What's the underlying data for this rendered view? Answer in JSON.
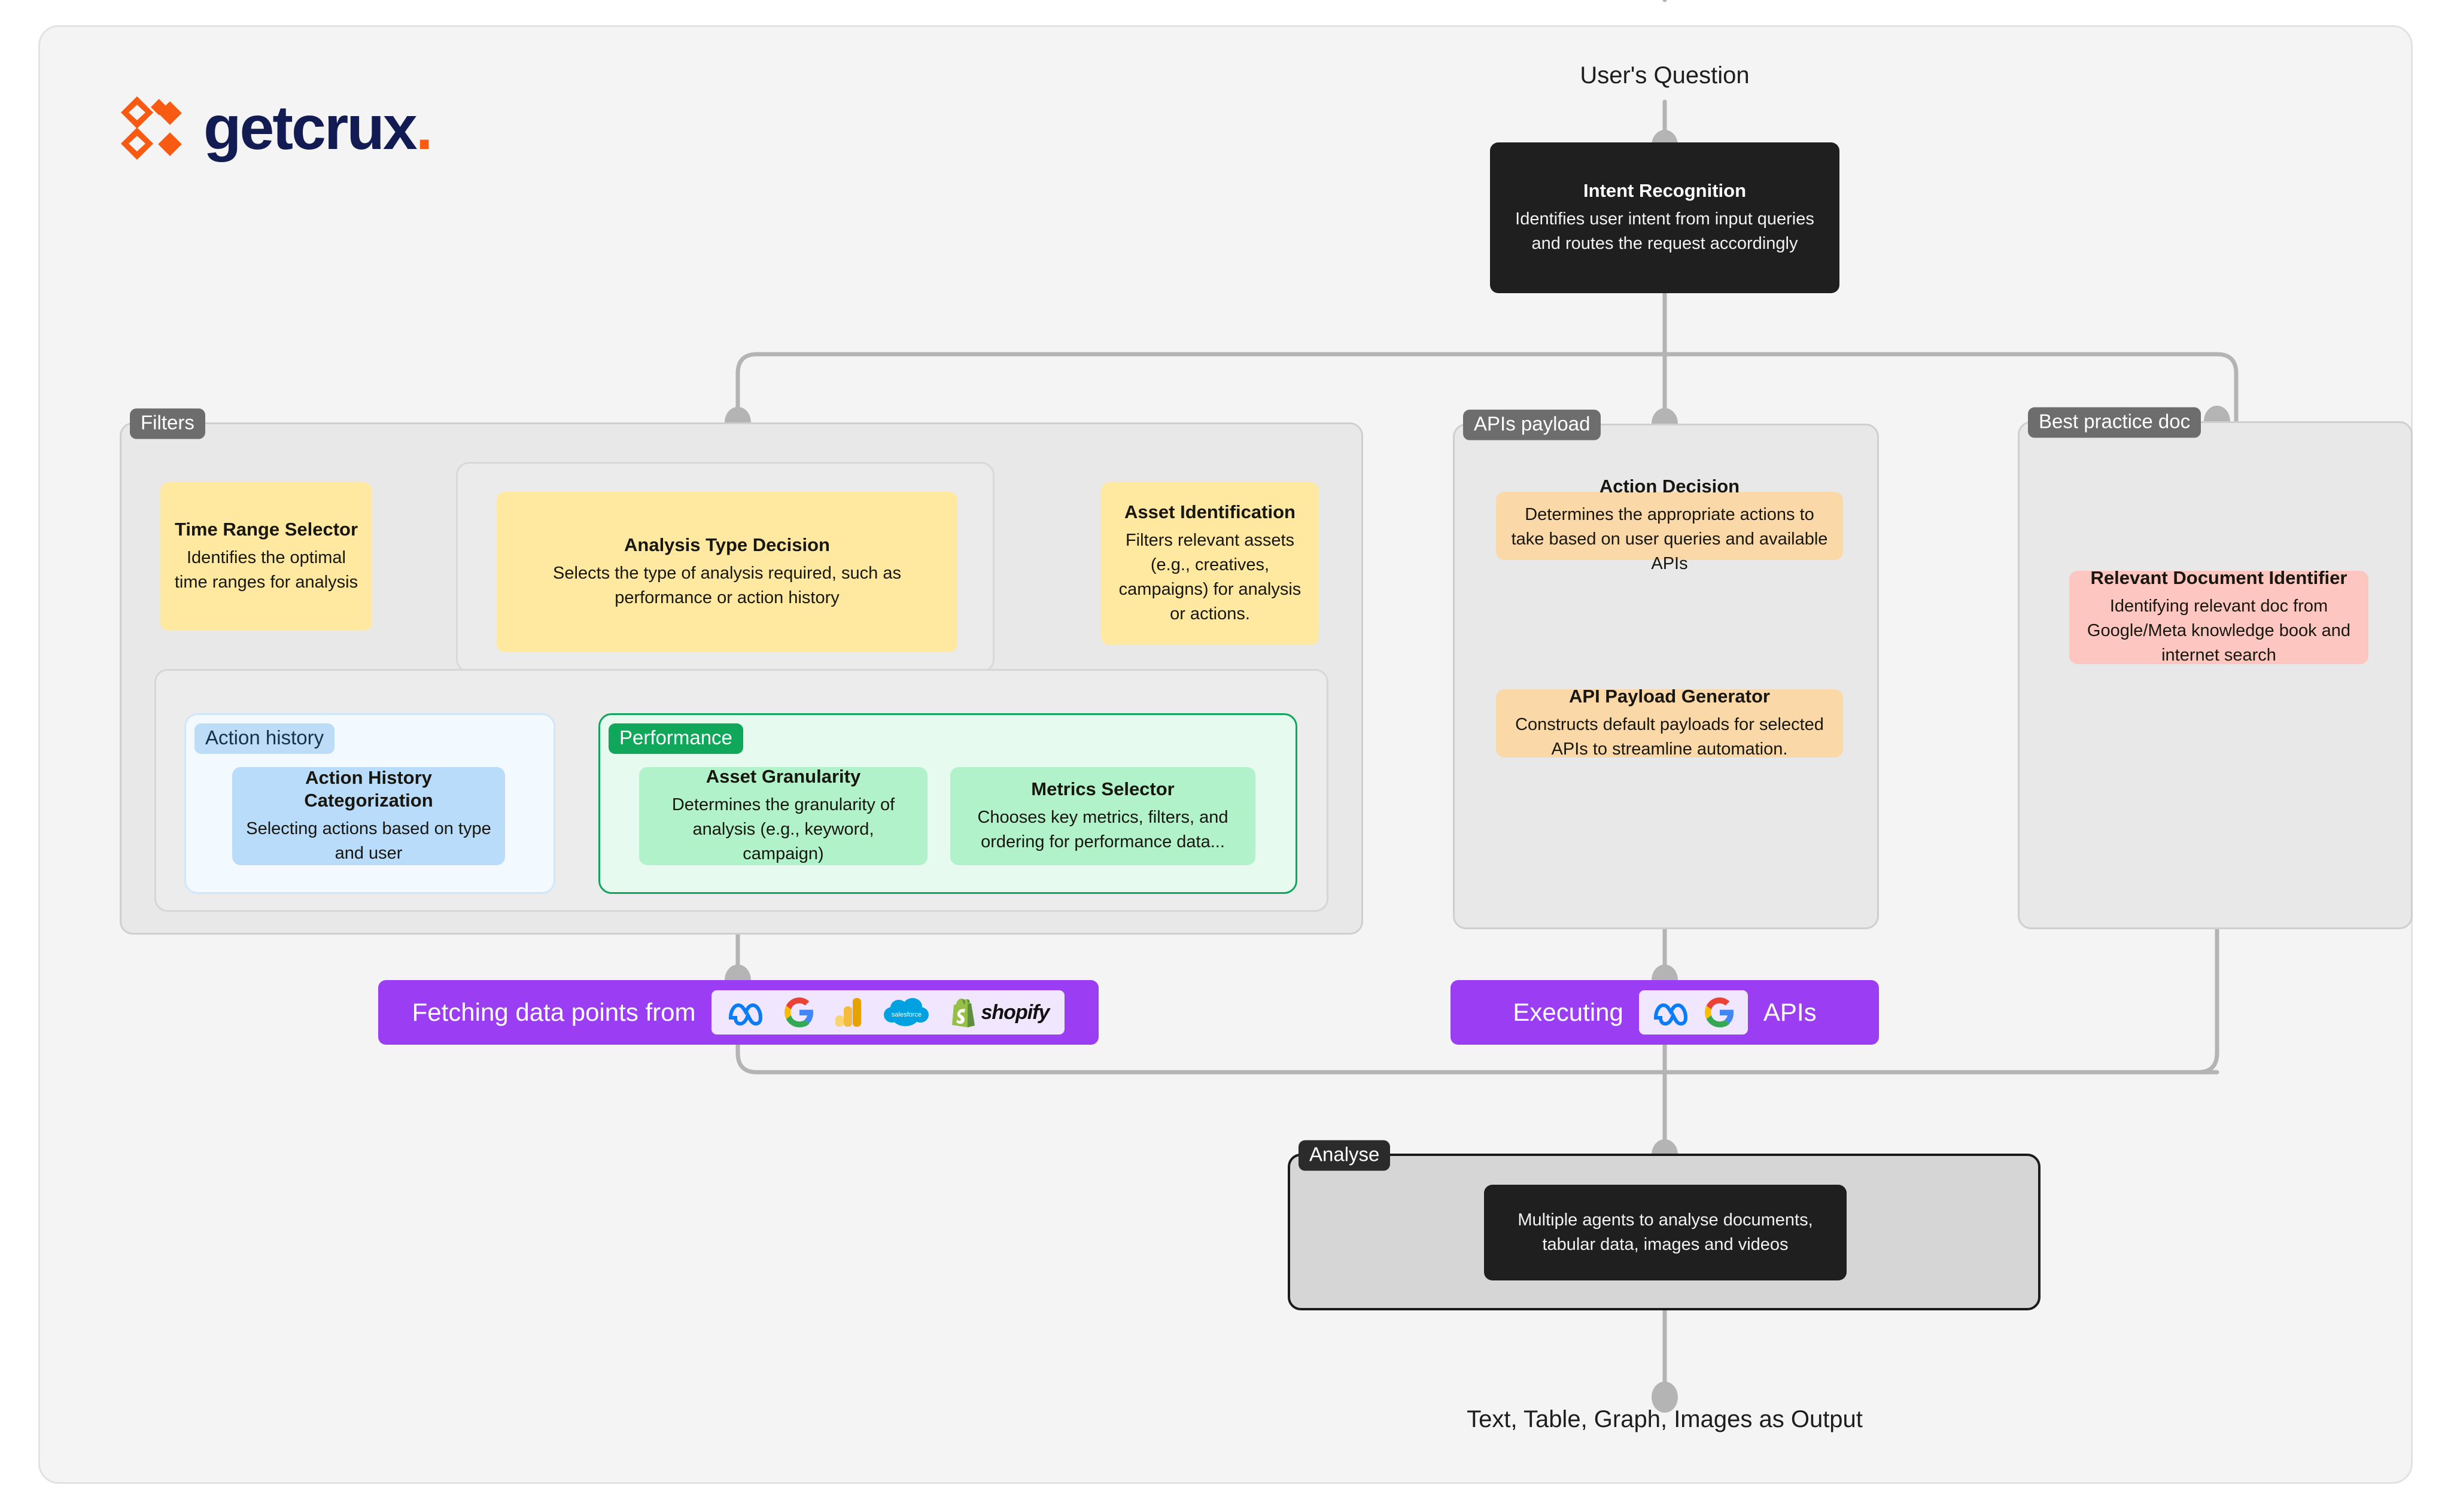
{
  "brand": {
    "name": "getcrux",
    "dot": ".",
    "logo_icon": "getcrux-diamond-logo",
    "wordmark_color": "#121c52",
    "accent_color": "#f95a12"
  },
  "flow": {
    "input_label": "User's Question",
    "output_label": "Text, Table, Graph, Images as Output"
  },
  "intent": {
    "title": "Intent Recognition",
    "desc": "Identifies user intent from input queries and routes the request accordingly"
  },
  "groups": {
    "filters": {
      "label": "Filters",
      "cards": {
        "time_range": {
          "title": "Time Range Selector",
          "desc": "Identifies the optimal time ranges for analysis"
        },
        "analysis_type": {
          "title": "Analysis Type Decision",
          "desc": "Selects the type of analysis required, such as performance or action history"
        },
        "asset_identification": {
          "title": "Asset Identification",
          "desc": "Filters relevant assets (e.g., creatives, campaigns) for analysis or actions."
        }
      },
      "action_history": {
        "label": "Action history",
        "card": {
          "title": "Action History Categorization",
          "desc": "Selecting actions based on type and user"
        }
      },
      "performance": {
        "label": "Performance",
        "cards": [
          {
            "title": "Asset Granularity",
            "desc": "Determines the granularity of analysis (e.g., keyword, campaign)"
          },
          {
            "title": "Metrics Selector",
            "desc": "Chooses key metrics, filters, and ordering for performance data..."
          }
        ]
      }
    },
    "apis_payload": {
      "label": "APIs payload",
      "cards": [
        {
          "title": "Action Decision",
          "desc": "Determines the appropriate actions to take based on user queries and available APIs"
        },
        {
          "title": "API Payload Generator",
          "desc": "Constructs default payloads for selected APIs to streamline automation."
        }
      ]
    },
    "best_practice_doc": {
      "label": "Best practice doc",
      "card": {
        "title": "Relevant Document Identifier",
        "desc": "Identifying relevant doc from Google/Meta knowledge book and internet search"
      }
    },
    "analyse": {
      "label": "Analyse",
      "card": {
        "desc": "Multiple agents to analyse documents, tabular data, images and videos"
      }
    }
  },
  "action_bars": {
    "fetching": {
      "text": "Fetching data points from",
      "logos": [
        "meta-icon",
        "google-icon",
        "google-analytics-icon",
        "salesforce-icon",
        "shopify-icon"
      ],
      "shopify_wordmark": "shopify",
      "salesforce_wordmark": "salesforce"
    },
    "executing": {
      "text_before": "Executing",
      "text_after": "APIs",
      "logos": [
        "meta-icon",
        "google-icon"
      ]
    }
  },
  "colors": {
    "canvas": "#f4f4f4",
    "purple": "#9b3df2",
    "yellow_card": "#ffe9a0",
    "orange_card": "#fad8a8",
    "pink_card": "#fdc6c0",
    "blue_card": "#b9dcfa",
    "green_card": "#b2f2cb",
    "dark_card": "#1f1f1f",
    "edge": "#b4b4b4",
    "performance_green": "#11a75a"
  }
}
